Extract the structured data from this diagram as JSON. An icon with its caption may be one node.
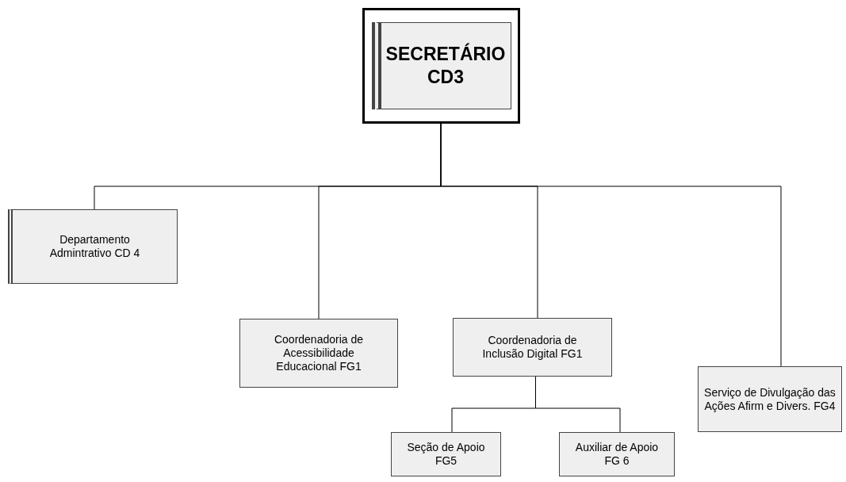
{
  "diagram": {
    "nodes": [
      {
        "text": [
          "SECRETÁRIO CD3"
        ]
      },
      {
        "text": [
          "Departamento Admintrativo CD 4"
        ]
      },
      {
        "text": [
          "Coordenadoria de Acessibilidade Educacional FG1"
        ]
      },
      {
        "text": [
          "Coordenadoria de Inclusão Digital FG1"
        ]
      },
      {
        "text": [
          "Serviço de Divulgação das Ações Afirm e Divers. FG4"
        ]
      },
      {
        "text": [
          "Seção de Apoio FG5"
        ]
      },
      {
        "text": [
          "Auxiliar de Apoio FG 6"
        ]
      }
    ],
    "edges": [
      {
        "from": 0,
        "to": 1,
        "arrow": "none"
      },
      {
        "from": 0,
        "to": 2,
        "arrow": "none"
      },
      {
        "from": 0,
        "to": 3,
        "arrow": "none"
      },
      {
        "from": 0,
        "to": 4,
        "arrow": "none"
      },
      {
        "from": 3,
        "to": 5,
        "arrow": "none"
      },
      {
        "from": 3,
        "to": 6,
        "arrow": "none"
      }
    ]
  }
}
